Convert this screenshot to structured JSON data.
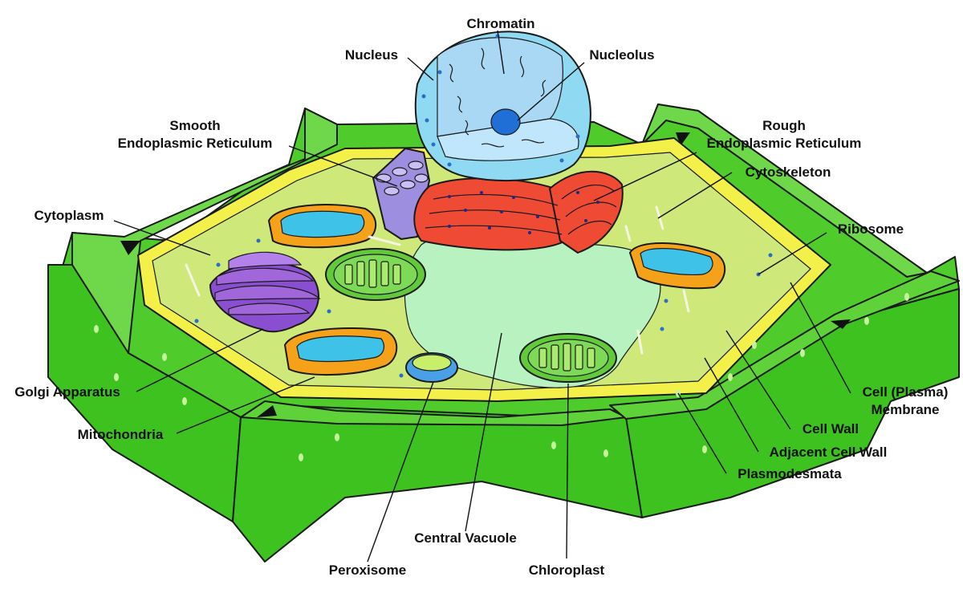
{
  "colors": {
    "cell_wall_outer": "#3dc21f",
    "cell_wall_dark": "#2a9a14",
    "cell_wall_light": "#6fd84a",
    "membrane_yellow": "#f3f04a",
    "cytoplasm": "#cfe87a",
    "vacuole": "#b8f2c0",
    "nucleus": "#8fd9f3",
    "nucleus_inner": "#a9d8f5",
    "nucleolus": "#1f6fd6",
    "golgi": "#a166d9",
    "smooth_er": "#9e8ee0",
    "rough_er": "#ef4a34",
    "mito_outer": "#f6a11a",
    "mito_inner": "#3fc2e8",
    "chloroplast": "#7ed957",
    "peroxisome": "#4aa0e6"
  },
  "labels": {
    "chromatin": "Chromatin",
    "nucleus": "Nucleus",
    "nucleolus": "Nucleolus",
    "smooth_er_line1": "Smooth",
    "smooth_er_line2": "Endoplasmic Reticulum",
    "rough_er_line1": "Rough",
    "rough_er_line2": "Endoplasmic Reticulum",
    "cytoskeleton": "Cytoskeleton",
    "cytoplasm": "Cytoplasm",
    "ribosome": "Ribosome",
    "golgi": "Golgi Apparatus",
    "mitochondria": "Mitochondria",
    "plasma_membrane_line1": "Cell (Plasma)",
    "plasma_membrane_line2": "Membrane",
    "cell_wall": "Cell Wall",
    "adjacent_cell_wall": "Adjacent Cell Wall",
    "plasmodesmata": "Plasmodesmata",
    "central_vacuole": "Central Vacuole",
    "peroxisome": "Peroxisome",
    "chloroplast": "Chloroplast"
  }
}
